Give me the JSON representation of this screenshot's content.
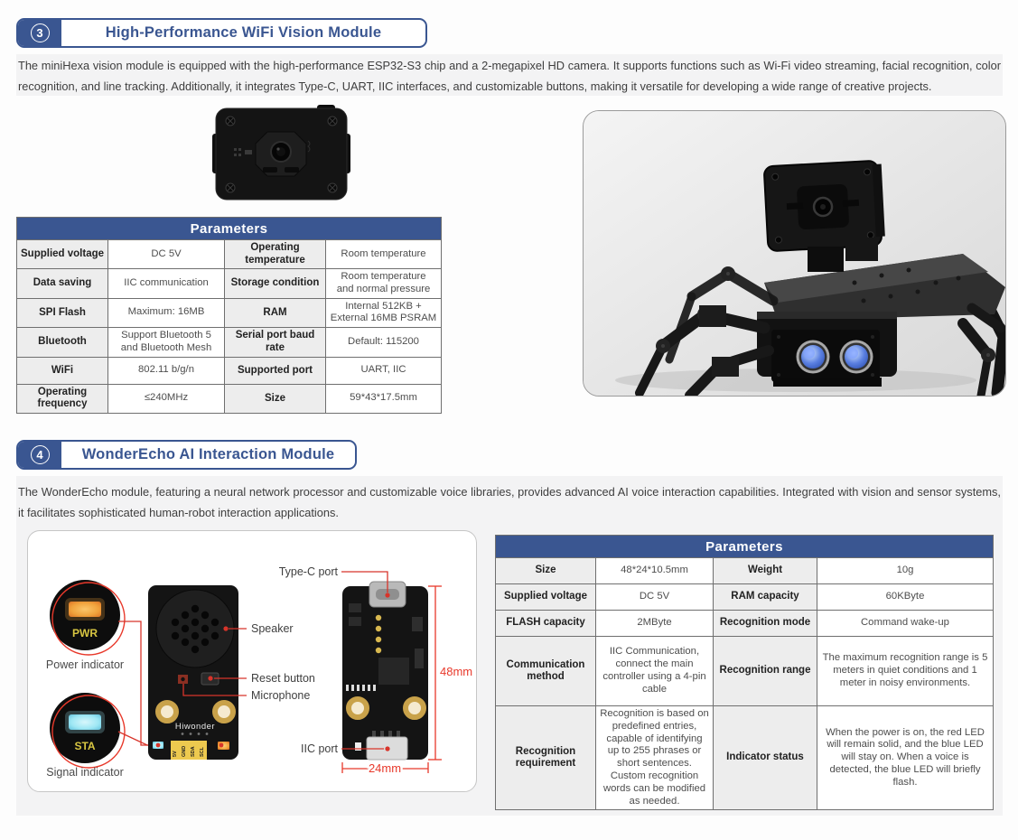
{
  "colors": {
    "accent_navy": "#3a5691",
    "annotation_red": "#e8392b",
    "band_gray": "#f3f3f4",
    "label_cell_gray": "#ededed",
    "led_amber": "#f0a23c",
    "led_cyan": "#9fe8f5"
  },
  "section3": {
    "number": "3",
    "title": "High-Performance WiFi Vision Module",
    "description": "The miniHexa vision module is equipped with the high-performance ESP32-S3 chip and a 2-megapixel HD camera. It supports functions such as Wi-Fi video streaming, facial recognition, color recognition, and line tracking. Additionally, it integrates Type-C, UART, IIC interfaces, and customizable buttons, making it versatile for developing a wide range of creative projects.",
    "table": {
      "title": "Parameters",
      "rows": [
        [
          "Supplied voltage",
          "DC 5V",
          "Operating temperature",
          "Room temperature"
        ],
        [
          "Data saving",
          "IIC communication",
          "Storage condition",
          "Room temperature\nand normal pressure"
        ],
        [
          "SPI Flash",
          "Maximum: 16MB",
          "RAM",
          "Internal 512KB +\nExternal 16MB PSRAM"
        ],
        [
          "Bluetooth",
          "Support Bluetooth 5\nand Bluetooth Mesh",
          "Serial port baud rate",
          "Default: 115200"
        ],
        [
          "WiFi",
          "802.11 b/g/n",
          "Supported port",
          "UART, IIC"
        ],
        [
          "Operating frequency",
          "≤240MHz",
          "Size",
          "59*43*17.5mm"
        ]
      ]
    }
  },
  "section4": {
    "number": "4",
    "title": "WonderEcho AI Interaction Module",
    "description": "The WonderEcho module, featuring a neural network processor and customizable voice libraries, provides advanced AI voice interaction capabilities. Integrated with vision and sensor systems, it facilitates sophisticated human-robot interaction applications.",
    "diagram": {
      "labels": {
        "type_c": "Type-C port",
        "speaker": "Speaker",
        "reset": "Reset button",
        "mic": "Microphone",
        "iic": "IIC port",
        "power": "Power indicator",
        "signal": "Signal indicator",
        "pwr": "PWR",
        "sta": "STA",
        "height": "48mm",
        "width": "24mm",
        "brand": "Hiwonder",
        "pins": [
          "5V",
          "GND",
          "SDA",
          "SCL"
        ]
      }
    },
    "table": {
      "title": "Parameters",
      "rows": [
        [
          "Size",
          "48*24*10.5mm",
          "Weight",
          "10g"
        ],
        [
          "Supplied voltage",
          "DC 5V",
          "RAM capacity",
          "60KByte"
        ],
        [
          "FLASH capacity",
          "2MByte",
          "Recognition mode",
          "Command wake-up"
        ],
        [
          "Communication method",
          "IIC Communication, connect the main controller using a 4-pin cable",
          "Recognition range",
          "The maximum recognition range is 5 meters in quiet conditions and 1 meter in noisy environments."
        ],
        [
          "Recognition requirement",
          "Recognition is based on predefined entries, capable of identifying up to 255 phrases or short sentences. Custom recognition words can be modified as needed.",
          "Indicator status",
          "When the power is on, the red LED will remain solid, and the blue LED will stay on. When a voice is detected, the blue LED will briefly flash."
        ]
      ]
    }
  }
}
